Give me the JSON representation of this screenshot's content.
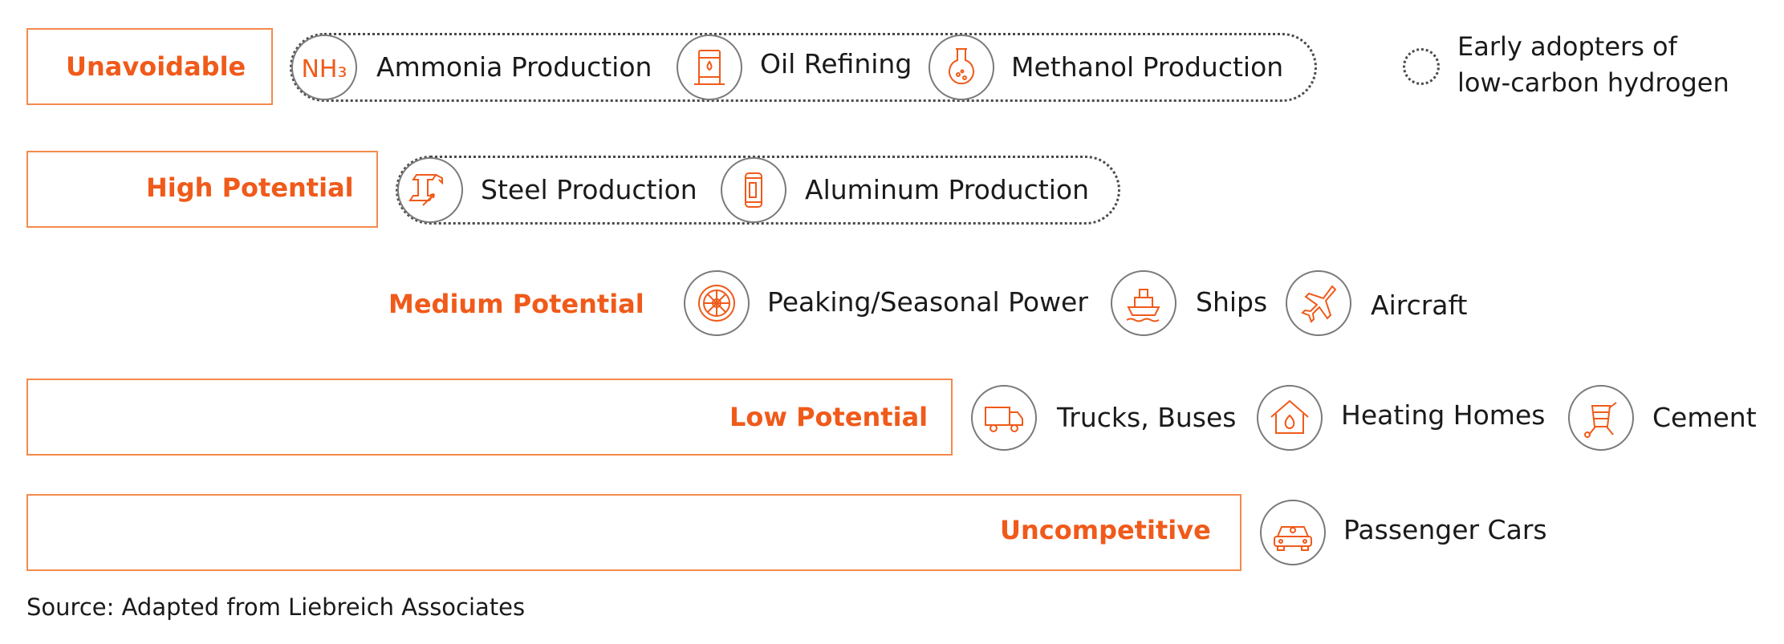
{
  "colors": {
    "accent": "#f05a1a",
    "box_border": "#f58a4b",
    "icon_stroke": "#f05a1a"
  },
  "categories": {
    "unavoidable": "Unavoidable",
    "high": "High Potential",
    "medium": "Medium Potential",
    "low": "Low Potential",
    "uncompetitive": "Uncompetitive"
  },
  "items": {
    "ammonia": {
      "label": "Ammonia Production",
      "icon": "nh3-icon",
      "icon_text": "NH₃"
    },
    "oil": {
      "label": "Oil Refining",
      "icon": "oil-barrel-icon"
    },
    "methanol": {
      "label": "Methanol Production",
      "icon": "flask-icon"
    },
    "steel": {
      "label": "Steel Production",
      "icon": "steel-beam-icon"
    },
    "aluminum": {
      "label": "Aluminum Production",
      "icon": "aluminum-can-icon"
    },
    "peaking": {
      "label": "Peaking/Seasonal Power",
      "icon": "turbine-icon"
    },
    "ships": {
      "label": "Ships",
      "icon": "ship-icon"
    },
    "aircraft": {
      "label": "Aircraft",
      "icon": "airplane-icon"
    },
    "trucks": {
      "label": "Trucks, Buses",
      "icon": "truck-icon"
    },
    "heating": {
      "label": "Heating Homes",
      "icon": "house-flame-icon"
    },
    "cement": {
      "label": "Cement",
      "icon": "cement-mixer-icon"
    },
    "cars": {
      "label": "Passenger Cars",
      "icon": "car-icon"
    }
  },
  "legend": {
    "line1": "Early adopters of",
    "line2": "low-carbon hydrogen"
  },
  "source": "Source: Adapted from Liebreich Associates"
}
